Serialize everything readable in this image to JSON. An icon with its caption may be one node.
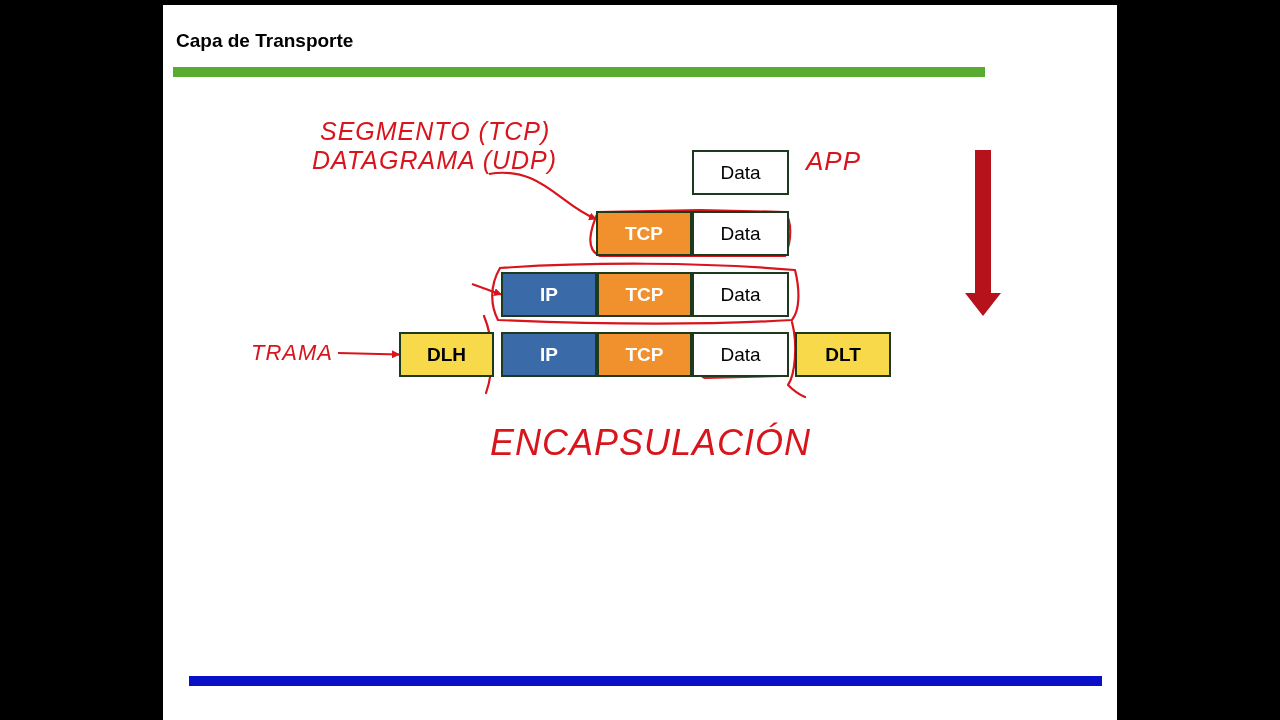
{
  "diagram": {
    "title": "Capa de Transporte",
    "nodes": [
      {
        "text": [
          "Data"
        ]
      },
      {
        "text": [
          "TCP"
        ]
      },
      {
        "text": [
          "Data"
        ]
      },
      {
        "text": [
          "IP"
        ]
      },
      {
        "text": [
          "TCP"
        ]
      },
      {
        "text": [
          "Data"
        ]
      },
      {
        "text": [
          "DLH"
        ]
      },
      {
        "text": [
          "IP"
        ]
      },
      {
        "text": [
          "TCP"
        ]
      },
      {
        "text": [
          "Data"
        ]
      },
      {
        "text": [
          "DLT"
        ]
      },
      {
        "text": [
          "SEGMENTO (TCP)",
          "DATAGRAMA (UDP)"
        ]
      },
      {
        "text": [
          "TRAMA"
        ]
      }
    ],
    "edges": [
      {
        "from": 11,
        "to": 1,
        "arrow": "to"
      },
      {
        "from": 12,
        "to": 6,
        "arrow": "to"
      },
      {
        "from": null,
        "to": 3,
        "arrow": "to"
      }
    ],
    "labels": [
      "APP",
      "ENCAPSULACIÓN"
    ]
  }
}
